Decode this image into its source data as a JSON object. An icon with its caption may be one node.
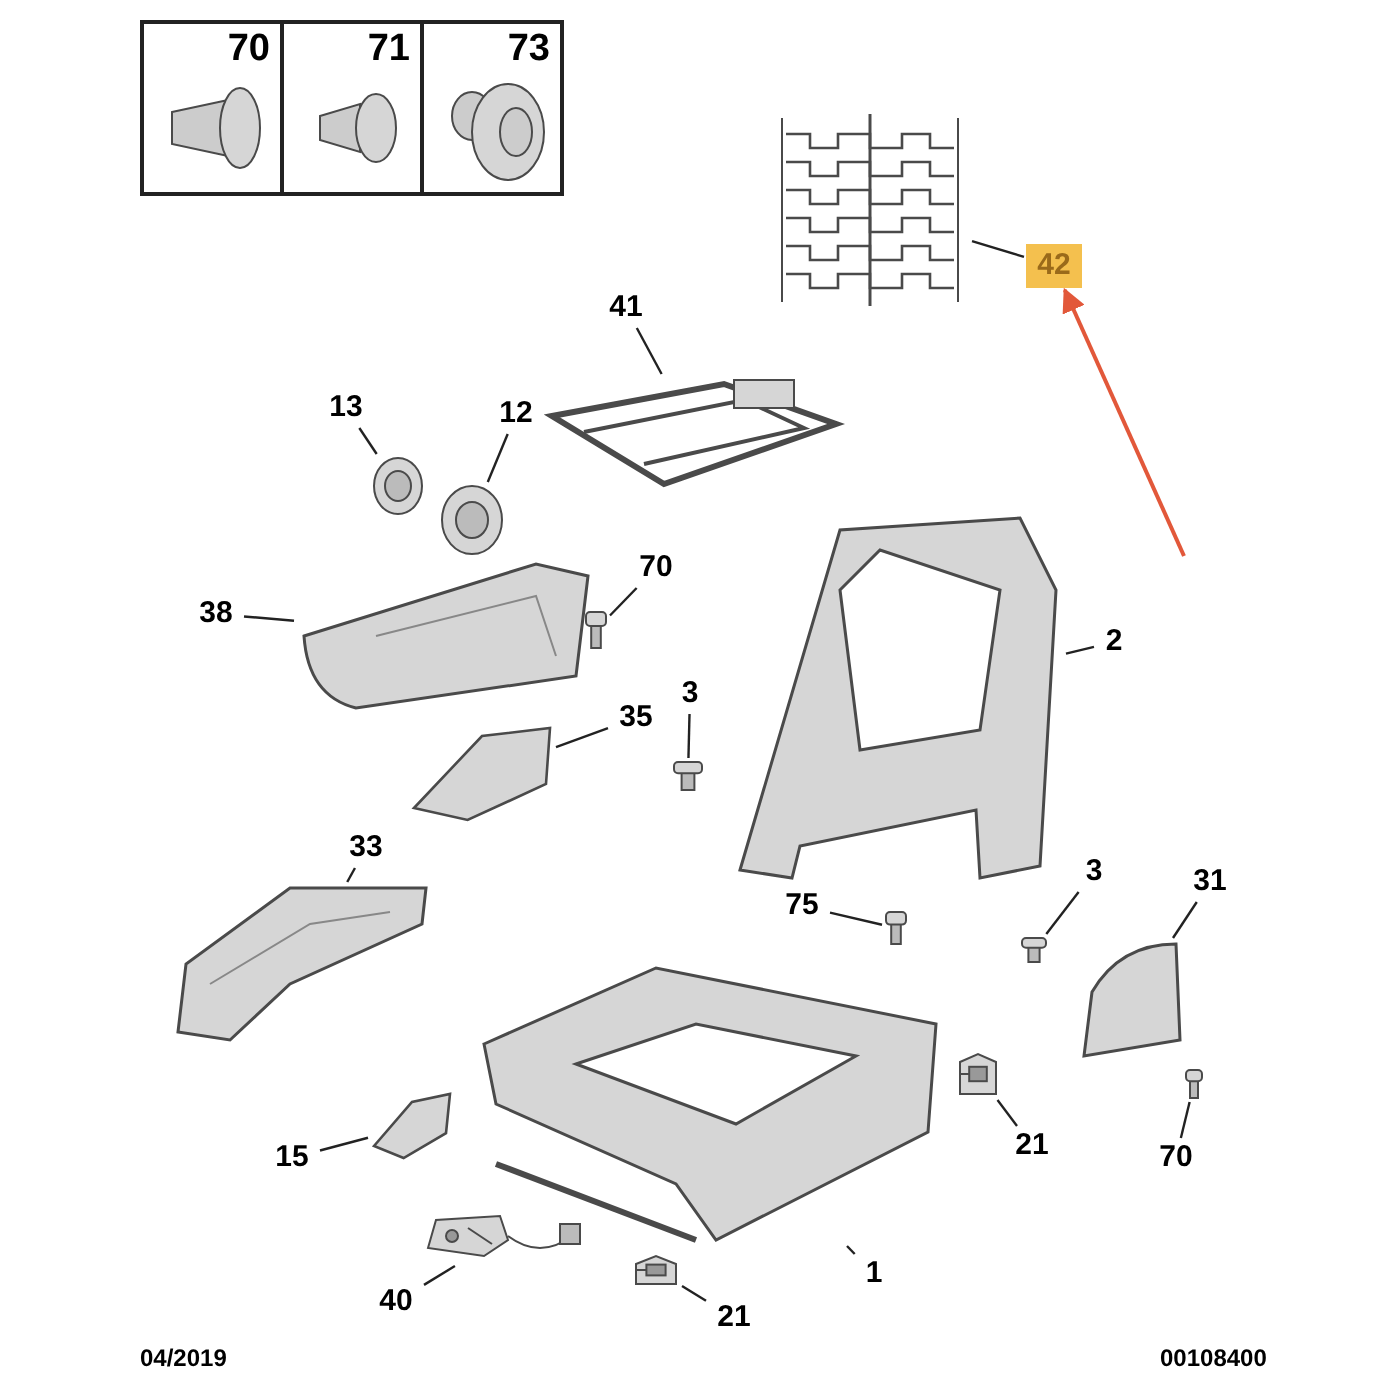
{
  "diagram": {
    "nodes": [
      {
        "text": [
          "70"
        ]
      },
      {
        "text": [
          "71"
        ]
      },
      {
        "text": [
          "73"
        ]
      },
      {
        "text": [
          "42"
        ]
      },
      {
        "text": [],
        "shape": "picture"
      },
      {
        "text": [
          "41"
        ]
      },
      {
        "text": [],
        "shape": "picture"
      },
      {
        "text": [
          "13"
        ]
      },
      {
        "text": [],
        "shape": "picture"
      },
      {
        "text": [
          "12"
        ]
      },
      {
        "text": [],
        "shape": "picture"
      },
      {
        "text": [
          "70"
        ]
      },
      {
        "text": [],
        "shape": "picture"
      },
      {
        "text": [
          "38"
        ]
      },
      {
        "text": [],
        "shape": "picture"
      },
      {
        "text": [
          "2"
        ]
      },
      {
        "text": [],
        "shape": "picture"
      },
      {
        "text": [
          "3"
        ]
      },
      {
        "text": [],
        "shape": "picture"
      },
      {
        "text": [
          "35"
        ]
      },
      {
        "text": [],
        "shape": "picture"
      },
      {
        "text": [
          "33"
        ]
      },
      {
        "text": [],
        "shape": "picture"
      },
      {
        "text": [
          "75"
        ]
      },
      {
        "text": [],
        "shape": "picture"
      },
      {
        "text": [
          "3"
        ]
      },
      {
        "text": [],
        "shape": "picture"
      },
      {
        "text": [
          "31"
        ]
      },
      {
        "text": [],
        "shape": "picture"
      },
      {
        "text": [
          "15"
        ]
      },
      {
        "text": [],
        "shape": "picture"
      },
      {
        "text": [
          "21"
        ]
      },
      {
        "text": [],
        "shape": "picture"
      },
      {
        "text": [
          "70"
        ]
      },
      {
        "text": [],
        "shape": "picture"
      },
      {
        "text": [
          "1"
        ]
      },
      {
        "text": [],
        "shape": "picture"
      },
      {
        "text": [
          "40"
        ]
      },
      {
        "text": [],
        "shape": "picture"
      },
      {
        "text": [
          "21"
        ]
      },
      {
        "text": [],
        "shape": "picture"
      }
    ],
    "edges": [
      {
        "from": null,
        "to": 3,
        "arrow": "to",
        "color": "#e2583a"
      },
      {
        "from": 3,
        "to": 4,
        "arrow": "none"
      },
      {
        "from": 5,
        "to": 6,
        "arrow": "none"
      },
      {
        "from": 7,
        "to": 8,
        "arrow": "none"
      },
      {
        "from": 9,
        "to": 10,
        "arrow": "none"
      },
      {
        "from": 11,
        "to": 12,
        "arrow": "none"
      },
      {
        "from": 13,
        "to": 14,
        "arrow": "none"
      },
      {
        "from": 15,
        "to": 16,
        "arrow": "none"
      },
      {
        "from": 17,
        "to": 18,
        "arrow": "none"
      },
      {
        "from": 19,
        "to": 20,
        "arrow": "none"
      },
      {
        "from": 21,
        "to": 22,
        "arrow": "none"
      },
      {
        "from": 23,
        "to": 24,
        "arrow": "none"
      },
      {
        "from": 25,
        "to": 26,
        "arrow": "none"
      },
      {
        "from": 27,
        "to": 28,
        "arrow": "none"
      },
      {
        "from": 29,
        "to": 30,
        "arrow": "none"
      },
      {
        "from": 31,
        "to": 32,
        "arrow": "none"
      },
      {
        "from": 33,
        "to": 34,
        "arrow": "none"
      },
      {
        "from": 35,
        "to": 36,
        "arrow": "none"
      },
      {
        "from": 37,
        "to": 38,
        "arrow": "none"
      },
      {
        "from": 39,
        "to": 40,
        "arrow": "none"
      }
    ],
    "labels": [
      "04/2019",
      "00108400"
    ]
  }
}
